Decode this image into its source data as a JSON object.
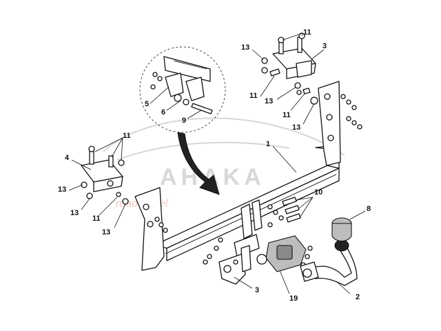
{
  "watermark": {
    "brand": "AHAKA",
    "tagline": "road travel"
  },
  "callouts": {
    "main_beam": "1",
    "ball_neck": "2",
    "bracket_right_top": "3",
    "bracket_bottom": "3",
    "bracket_left": "4",
    "detail_part_5": "5",
    "detail_part_6": "6",
    "detail_bolt_9": "9",
    "socket_cover": "8",
    "bolts_group_10": "10",
    "bolts_top_right": "11",
    "bolt_right_a": "11",
    "bolt_right_b": "11",
    "bolts_left": "11",
    "bolt_left_low": "11",
    "washer_top_right": "13",
    "washer_right_mid": "13",
    "washer_right_low": "13",
    "washer_left_a": "13",
    "washer_left_b": "13",
    "washer_left_c": "13",
    "socket_plate": "19"
  }
}
